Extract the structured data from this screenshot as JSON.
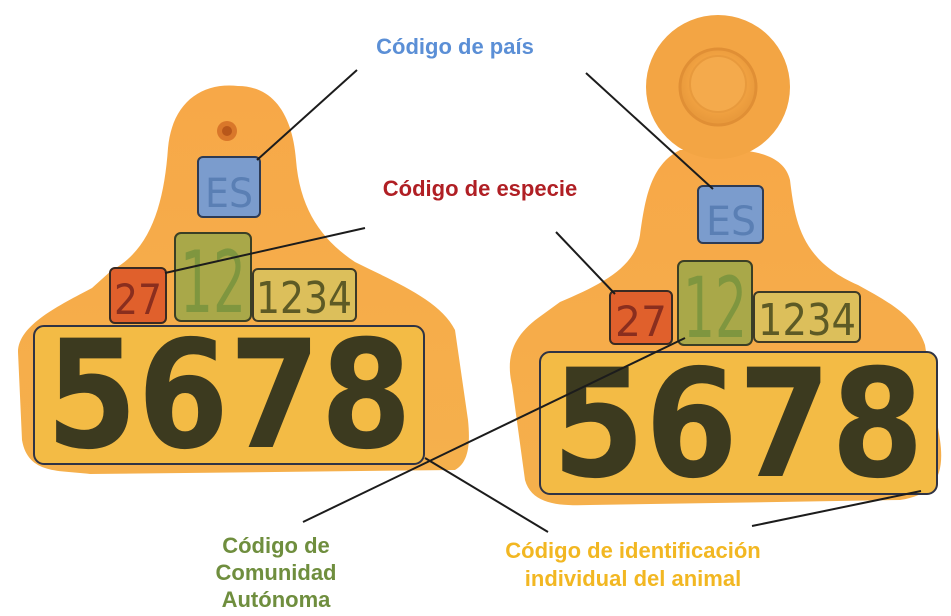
{
  "labels": {
    "country_code": "Código de país",
    "species_code": "Código de especie",
    "region_code_line1": "Código de",
    "region_code_line2": "Comunidad",
    "region_code_line3": "Autónoma",
    "individual_code_line1": "Código de identificación",
    "individual_code_line2": "individual del animal"
  },
  "tag_left": {
    "country": "ES",
    "species": "27",
    "region": "12",
    "small_number": "1234",
    "big_number": "5678"
  },
  "tag_right": {
    "country": "ES",
    "species": "27",
    "region": "12",
    "small_number": "1234",
    "big_number": "5678"
  },
  "colors": {
    "tag_orange": "#f6ab4a",
    "country_box": "#7b9ccd",
    "species_box": "#e0602c",
    "region_box": "#a9a849",
    "number_box": "#f3bb45",
    "country_label": "#5b8fd6",
    "species_label": "#b01f24",
    "region_label": "#6f8e3e",
    "individual_label": "#f2b722"
  }
}
